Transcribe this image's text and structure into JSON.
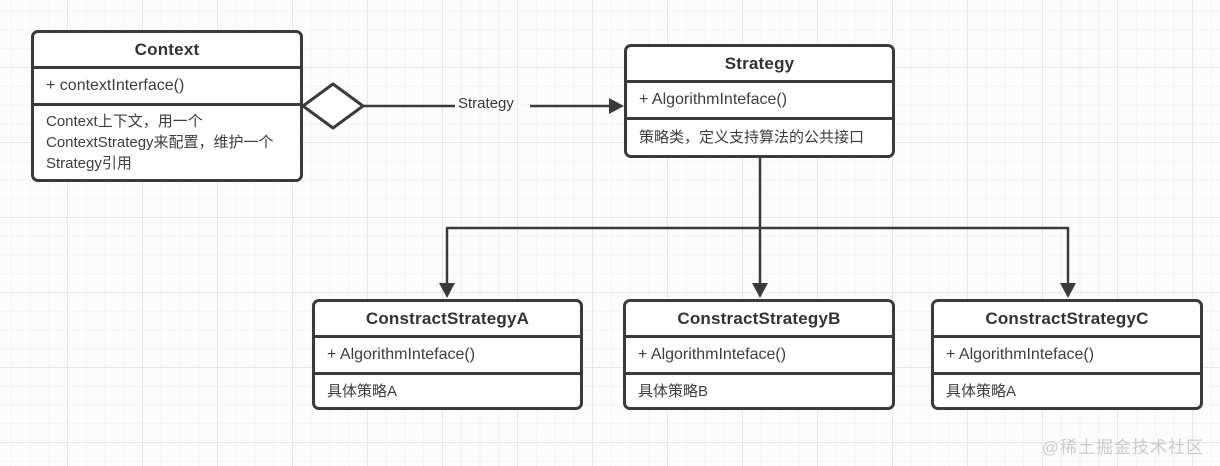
{
  "classes": {
    "context": {
      "name": "Context",
      "method": "+ contextInterface()",
      "description": "Context上下文，用一个ContextStrategy来配置，维护一个Strategy引用"
    },
    "strategy": {
      "name": "Strategy",
      "method": "+ AlgorithmInteface()",
      "description": "策略类，定义支持算法的公共接口"
    },
    "strategy_a": {
      "name": "ConstractStrategyA",
      "method": "+ AlgorithmInteface()",
      "description": "具体策略A"
    },
    "strategy_b": {
      "name": "ConstractStrategyB",
      "method": "+ AlgorithmInteface()",
      "description": "具体策略B"
    },
    "strategy_c": {
      "name": "ConstractStrategyC",
      "method": "+ AlgorithmInteface()",
      "description": "具体策略A"
    }
  },
  "connectors": {
    "aggregation_label": "Strategy"
  },
  "watermark": "@稀土掘金技术社区",
  "colors": {
    "line": "#3a3a3a",
    "box_border": "#3a3a3a",
    "background": "#fcfcfc",
    "watermark": "#cbcbcb"
  }
}
